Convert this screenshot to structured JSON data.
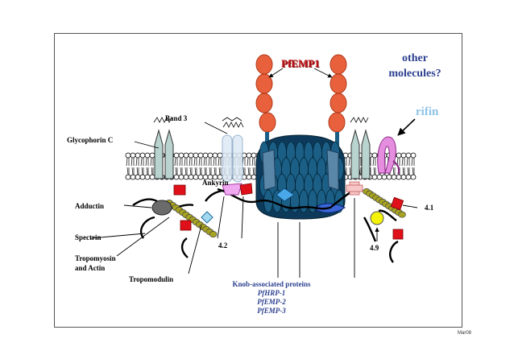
{
  "labels": {
    "pfemp1": "PfEMP1",
    "other_molecules_line1": "other",
    "other_molecules_line2": "molecules?",
    "rifin": "rifin",
    "band3": "Band 3",
    "glycophorin_c": "Glycophorin C",
    "ankyrin": "Ankyrin",
    "adductin": "Adductin",
    "spectrin": "Spectrin",
    "tropomyosin_line1": "Tropomyosin",
    "tropomyosin_line2": "and Actin",
    "tropomodulin": "Tropomodulin",
    "protein_42": "4.2",
    "protein_41": "4.1",
    "protein_49": "4.9",
    "knob_title": "Knob-associated proteins",
    "knob_hrp1": "PfHRP-1",
    "knob_emp2": "PfEMP-2",
    "knob_emp3": "PfEMP-3",
    "date": "Mar08"
  },
  "colors": {
    "pfemp1_text": "#c0171c",
    "pfemp1_bead": "#e8613c",
    "pfemp1_bead_stroke": "#b03a1a",
    "other_molecules": "#2b3f8f",
    "rifin_text": "#8ec4e8",
    "rifin_fill": "#e58ee0",
    "glycophorin_fill": "#b9d3cf",
    "band3_fill": "#dce9f5",
    "knob_fill": "#1b5f86",
    "knob_dark": "#0d3a5a",
    "knob_text": "#2b3f8f",
    "red_protein": "#e0101a",
    "spectrin_bead": "#a8a421",
    "adductin_fill": "#6b6b6b",
    "ankyrin_fill": "#f0a8f0",
    "yellow_protein": "#f5f20a",
    "tropomodulin_fill": "#a0d8f0",
    "membrane_head": "#ffffff"
  }
}
